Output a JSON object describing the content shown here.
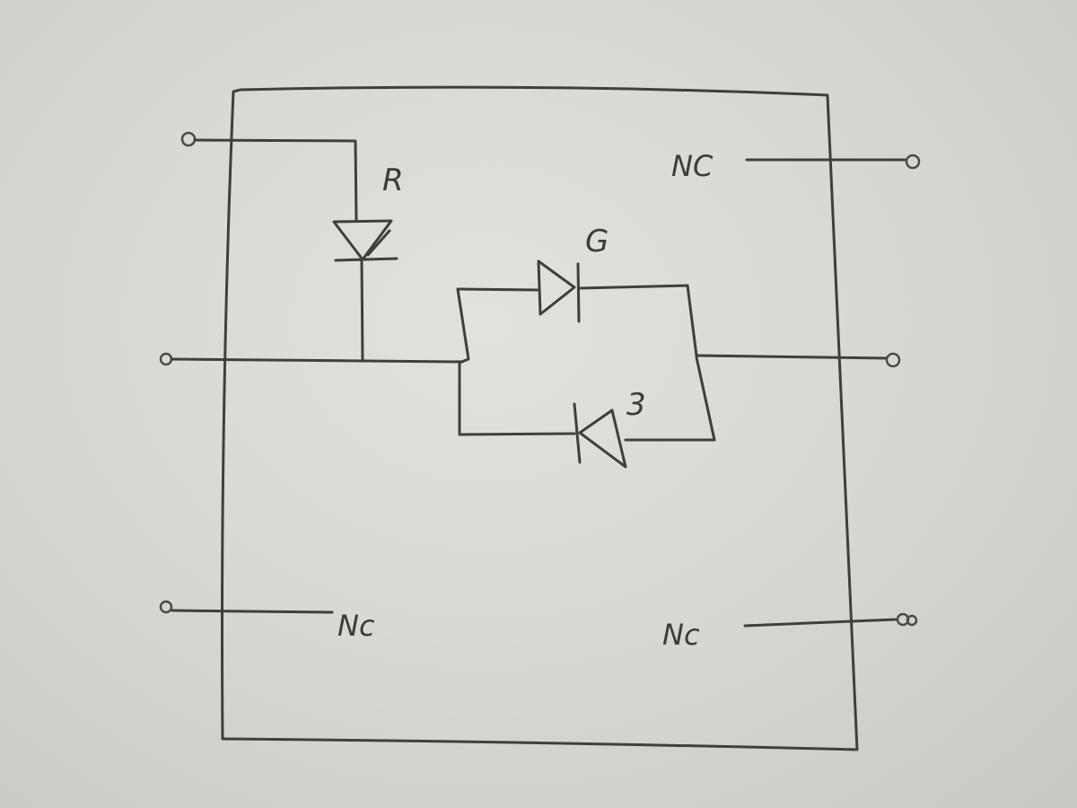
{
  "labels": {
    "diode_top": "R",
    "diode_middle": "G",
    "diode_bottom": "3",
    "nc_top_right": "NC",
    "nc_bottom_left": "Nc",
    "nc_bottom_right": "Nc"
  },
  "colors": {
    "paper": "#dcdcd7",
    "pencil": "#3f3f3c"
  }
}
